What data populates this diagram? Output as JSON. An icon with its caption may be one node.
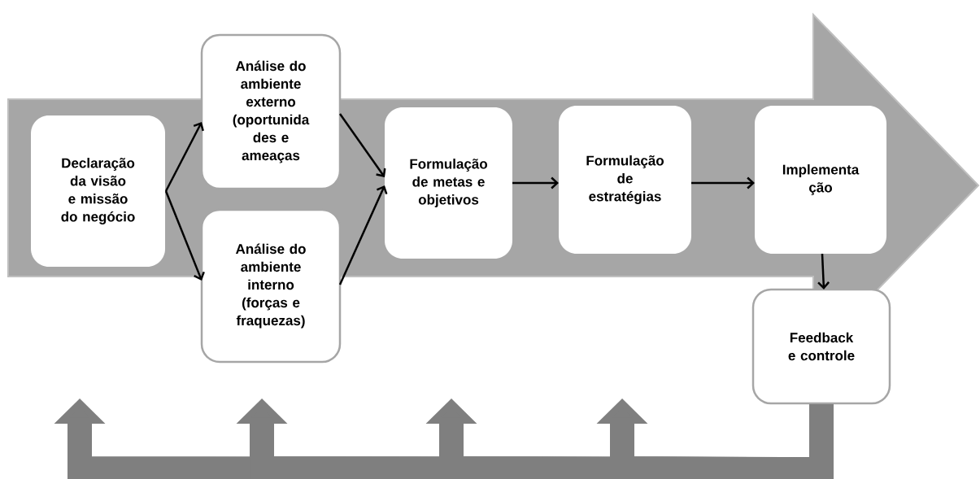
{
  "diagram": {
    "nodes": [
      {
        "text": [
          "Declaração da visão e missão do negócio"
        ]
      },
      {
        "text": [
          "Análise do ambiente externo (oportunida des e ameaças"
        ]
      },
      {
        "text": [
          "Análise do ambiente interno (forças e fraquezas)"
        ]
      },
      {
        "text": [
          "Formulação de metas e objetivos"
        ]
      },
      {
        "text": [
          "Formulação de estratégias"
        ]
      },
      {
        "text": [
          "Implementa ção"
        ]
      },
      {
        "text": [
          "Feedback e controle"
        ]
      }
    ],
    "edges": [
      {
        "from": 0,
        "to": 1,
        "arrow": "to"
      },
      {
        "from": 0,
        "to": 2,
        "arrow": "to"
      },
      {
        "from": 1,
        "to": 3,
        "arrow": "to"
      },
      {
        "from": 2,
        "to": 3,
        "arrow": "to"
      },
      {
        "from": 3,
        "to": 4,
        "arrow": "to"
      },
      {
        "from": 4,
        "to": 5,
        "arrow": "to"
      },
      {
        "from": 5,
        "to": 6,
        "arrow": "to"
      },
      {
        "from": 6,
        "to": null,
        "arrow": "to",
        "style": "thick",
        "color": "#7f7f7f"
      },
      {
        "from": 6,
        "to": null,
        "arrow": "to",
        "style": "thick",
        "color": "#7f7f7f"
      },
      {
        "from": 6,
        "to": null,
        "arrow": "to",
        "style": "thick",
        "color": "#7f7f7f"
      },
      {
        "from": 6,
        "to": null,
        "arrow": "to",
        "style": "thick",
        "color": "#7f7f7f"
      }
    ]
  }
}
